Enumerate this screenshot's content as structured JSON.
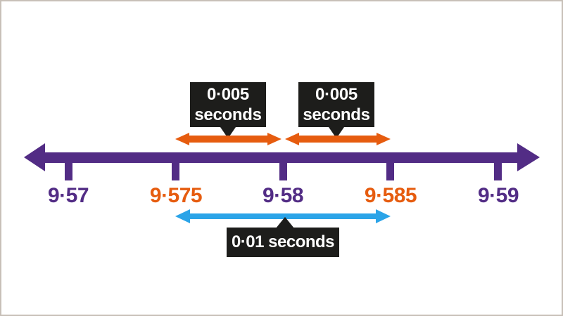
{
  "number_line": {
    "description": "number line of times in seconds",
    "line_color": "#522c85",
    "tick_labels": [
      {
        "text": "9·57",
        "color": "#522c85"
      },
      {
        "text": "9·575",
        "color": "#e65c0f"
      },
      {
        "text": "9·58",
        "color": "#522c85"
      },
      {
        "text": "9·585",
        "color": "#e65c0f"
      },
      {
        "text": "9·59",
        "color": "#522c85"
      }
    ]
  },
  "callouts": {
    "top_left": {
      "line1": "0·005",
      "line2": "seconds",
      "arrow_color": "#e65c0f",
      "span": "9·575 to 9·58"
    },
    "top_right": {
      "line1": "0·005",
      "line2": "seconds",
      "arrow_color": "#e65c0f",
      "span": "9·58 to 9·585"
    },
    "bottom": {
      "label": "0·01 seconds",
      "arrow_color": "#2ba4e8",
      "span": "9·575 to 9·585"
    }
  },
  "colors": {
    "purple": "#522c85",
    "orange": "#e65c0f",
    "blue": "#2ba4e8",
    "callout_background": "#1d1d1b",
    "callout_text": "#ffffff",
    "page_background": "#ffffff",
    "frame_border": "#c8c0b8"
  }
}
